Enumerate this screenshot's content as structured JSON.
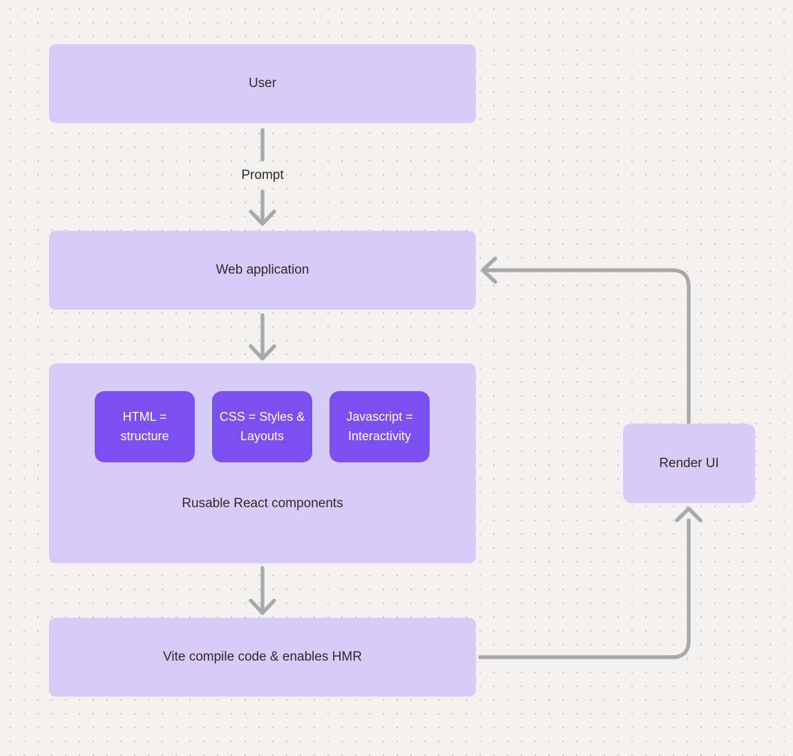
{
  "canvas": {
    "background": "#f3f2f1",
    "dot_color": "#c7c6c5"
  },
  "colors": {
    "node_fill_light": "#d7ccf7",
    "node_fill_purple": "#7c4ff0",
    "arrow_gray": "#a9a9a9",
    "text_dark": "#2b2b2b",
    "text_light": "#ffffff"
  },
  "nodes": {
    "user": {
      "label": "User"
    },
    "web_application": {
      "label": "Web application"
    },
    "components_group": {
      "caption": "Rusable React components",
      "children": [
        {
          "label": "HTML = structure"
        },
        {
          "label": "CSS = Styles & Layouts"
        },
        {
          "label": "Javascript = Interactivity"
        }
      ]
    },
    "vite": {
      "label": "Vite compile code & enables HMR"
    },
    "render_ui": {
      "label": "Render UI"
    }
  },
  "edges": [
    {
      "from": "user",
      "to": "web_application",
      "label": "Prompt"
    },
    {
      "from": "web_application",
      "to": "components_group",
      "label": ""
    },
    {
      "from": "components_group",
      "to": "vite",
      "label": ""
    },
    {
      "from": "vite",
      "to": "render_ui",
      "label": ""
    },
    {
      "from": "render_ui",
      "to": "web_application",
      "label": ""
    }
  ]
}
